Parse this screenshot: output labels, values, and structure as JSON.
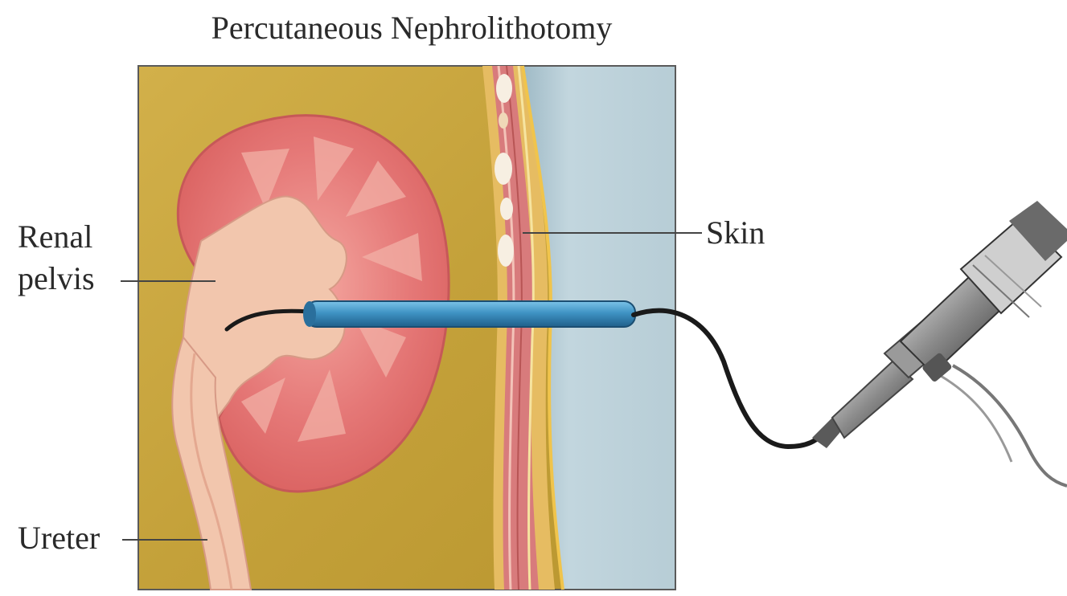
{
  "title": "Percutaneous Nephrolithotomy",
  "labels": {
    "renal_pelvis_line1": "Renal",
    "renal_pelvis_line2": "pelvis",
    "skin": "Skin",
    "ureter": "Ureter"
  },
  "colors": {
    "tissue_background": "#c9a63e",
    "body_exterior": "#bcd3dc",
    "kidney_cortex": "#e77a79",
    "renal_pelvis": "#f2c6ad",
    "nephroscope_sheath": "#3f93c4",
    "skin_layers": "#d87b7c"
  }
}
